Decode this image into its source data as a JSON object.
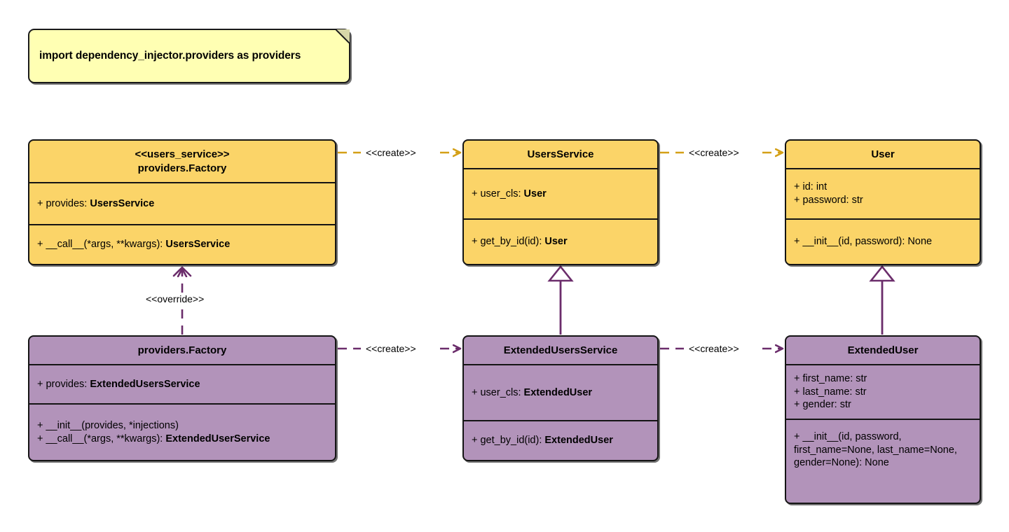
{
  "diagram": {
    "type": "uml-class-diagram",
    "title": "dependency_injector providers factory override diagram",
    "colors": {
      "gold_fill": "#FBD468",
      "purple_fill": "#B293BA",
      "note_fill": "#FFFFB3",
      "outline": "#141414",
      "gold_edge": "#D4A017",
      "purple_edge": "#6B2D6B"
    }
  },
  "note": {
    "text": "import dependency_injector.providers as providers"
  },
  "classes": [
    {
      "id": "users_service_factory",
      "stereotype": "<<users_service>>",
      "name": "providers.Factory",
      "color": "gold",
      "attributes": [
        {
          "prefix": "+ provides: ",
          "emphasis": "UsersService"
        }
      ],
      "operations": [
        {
          "prefix": "+ __call__(*args, **kwargs): ",
          "emphasis": "UsersService"
        }
      ]
    },
    {
      "id": "users_service",
      "stereotype": "",
      "name": "UsersService",
      "color": "gold",
      "attributes": [
        {
          "prefix": "+ user_cls: ",
          "emphasis": "User"
        }
      ],
      "operations": [
        {
          "prefix": "+ get_by_id(id): ",
          "emphasis": "User"
        }
      ]
    },
    {
      "id": "user",
      "stereotype": "",
      "name": "User",
      "color": "gold",
      "attributes": [
        {
          "prefix": "+ id: int",
          "emphasis": ""
        },
        {
          "prefix": "+ password: str",
          "emphasis": ""
        }
      ],
      "operations": [
        {
          "prefix": "+ __init__(id, password): None",
          "emphasis": ""
        }
      ]
    },
    {
      "id": "extended_factory",
      "stereotype": "",
      "name": "providers.Factory",
      "color": "purple",
      "attributes": [
        {
          "prefix": "+ provides: ",
          "emphasis": "ExtendedUsersService"
        }
      ],
      "operations": [
        {
          "prefix": "+ __init__(provides, *injections)",
          "emphasis": ""
        },
        {
          "prefix": "+ __call__(*args, **kwargs): ",
          "emphasis": "ExtendedUserService"
        }
      ]
    },
    {
      "id": "extended_users_service",
      "stereotype": "",
      "name": "ExtendedUsersService",
      "color": "purple",
      "attributes": [
        {
          "prefix": "+ user_cls: ",
          "emphasis": "ExtendedUser"
        }
      ],
      "operations": [
        {
          "prefix": "+ get_by_id(id): ",
          "emphasis": "ExtendedUser"
        }
      ]
    },
    {
      "id": "extended_user",
      "stereotype": "",
      "name": "ExtendedUser",
      "color": "purple",
      "attributes": [
        {
          "prefix": "+ first_name: str",
          "emphasis": ""
        },
        {
          "prefix": "+ last_name: str",
          "emphasis": ""
        },
        {
          "prefix": "+ gender: str",
          "emphasis": ""
        }
      ],
      "operations": [
        {
          "prefix": "+ __init__(id, password, first_name=None, last_name=None, gender=None): None",
          "emphasis": ""
        }
      ]
    }
  ],
  "relations": [
    {
      "id": "create-1",
      "label": "<<create>>",
      "kind": "dependency",
      "color": "gold",
      "from": "users_service_factory",
      "to": "users_service"
    },
    {
      "id": "create-2",
      "label": "<<create>>",
      "kind": "dependency",
      "color": "gold",
      "from": "users_service",
      "to": "user"
    },
    {
      "id": "create-3",
      "label": "<<create>>",
      "kind": "dependency",
      "color": "purple",
      "from": "extended_factory",
      "to": "extended_users_service"
    },
    {
      "id": "create-4",
      "label": "<<create>>",
      "kind": "dependency",
      "color": "purple",
      "from": "extended_users_service",
      "to": "extended_user"
    },
    {
      "id": "override-1",
      "label": "<<override>>",
      "kind": "dependency",
      "color": "purple",
      "from": "extended_factory",
      "to": "users_service_factory"
    },
    {
      "id": "inherit-1",
      "label": "",
      "kind": "generalization",
      "color": "purple",
      "from": "extended_users_service",
      "to": "users_service"
    },
    {
      "id": "inherit-2",
      "label": "",
      "kind": "generalization",
      "color": "purple",
      "from": "extended_user",
      "to": "user"
    }
  ]
}
